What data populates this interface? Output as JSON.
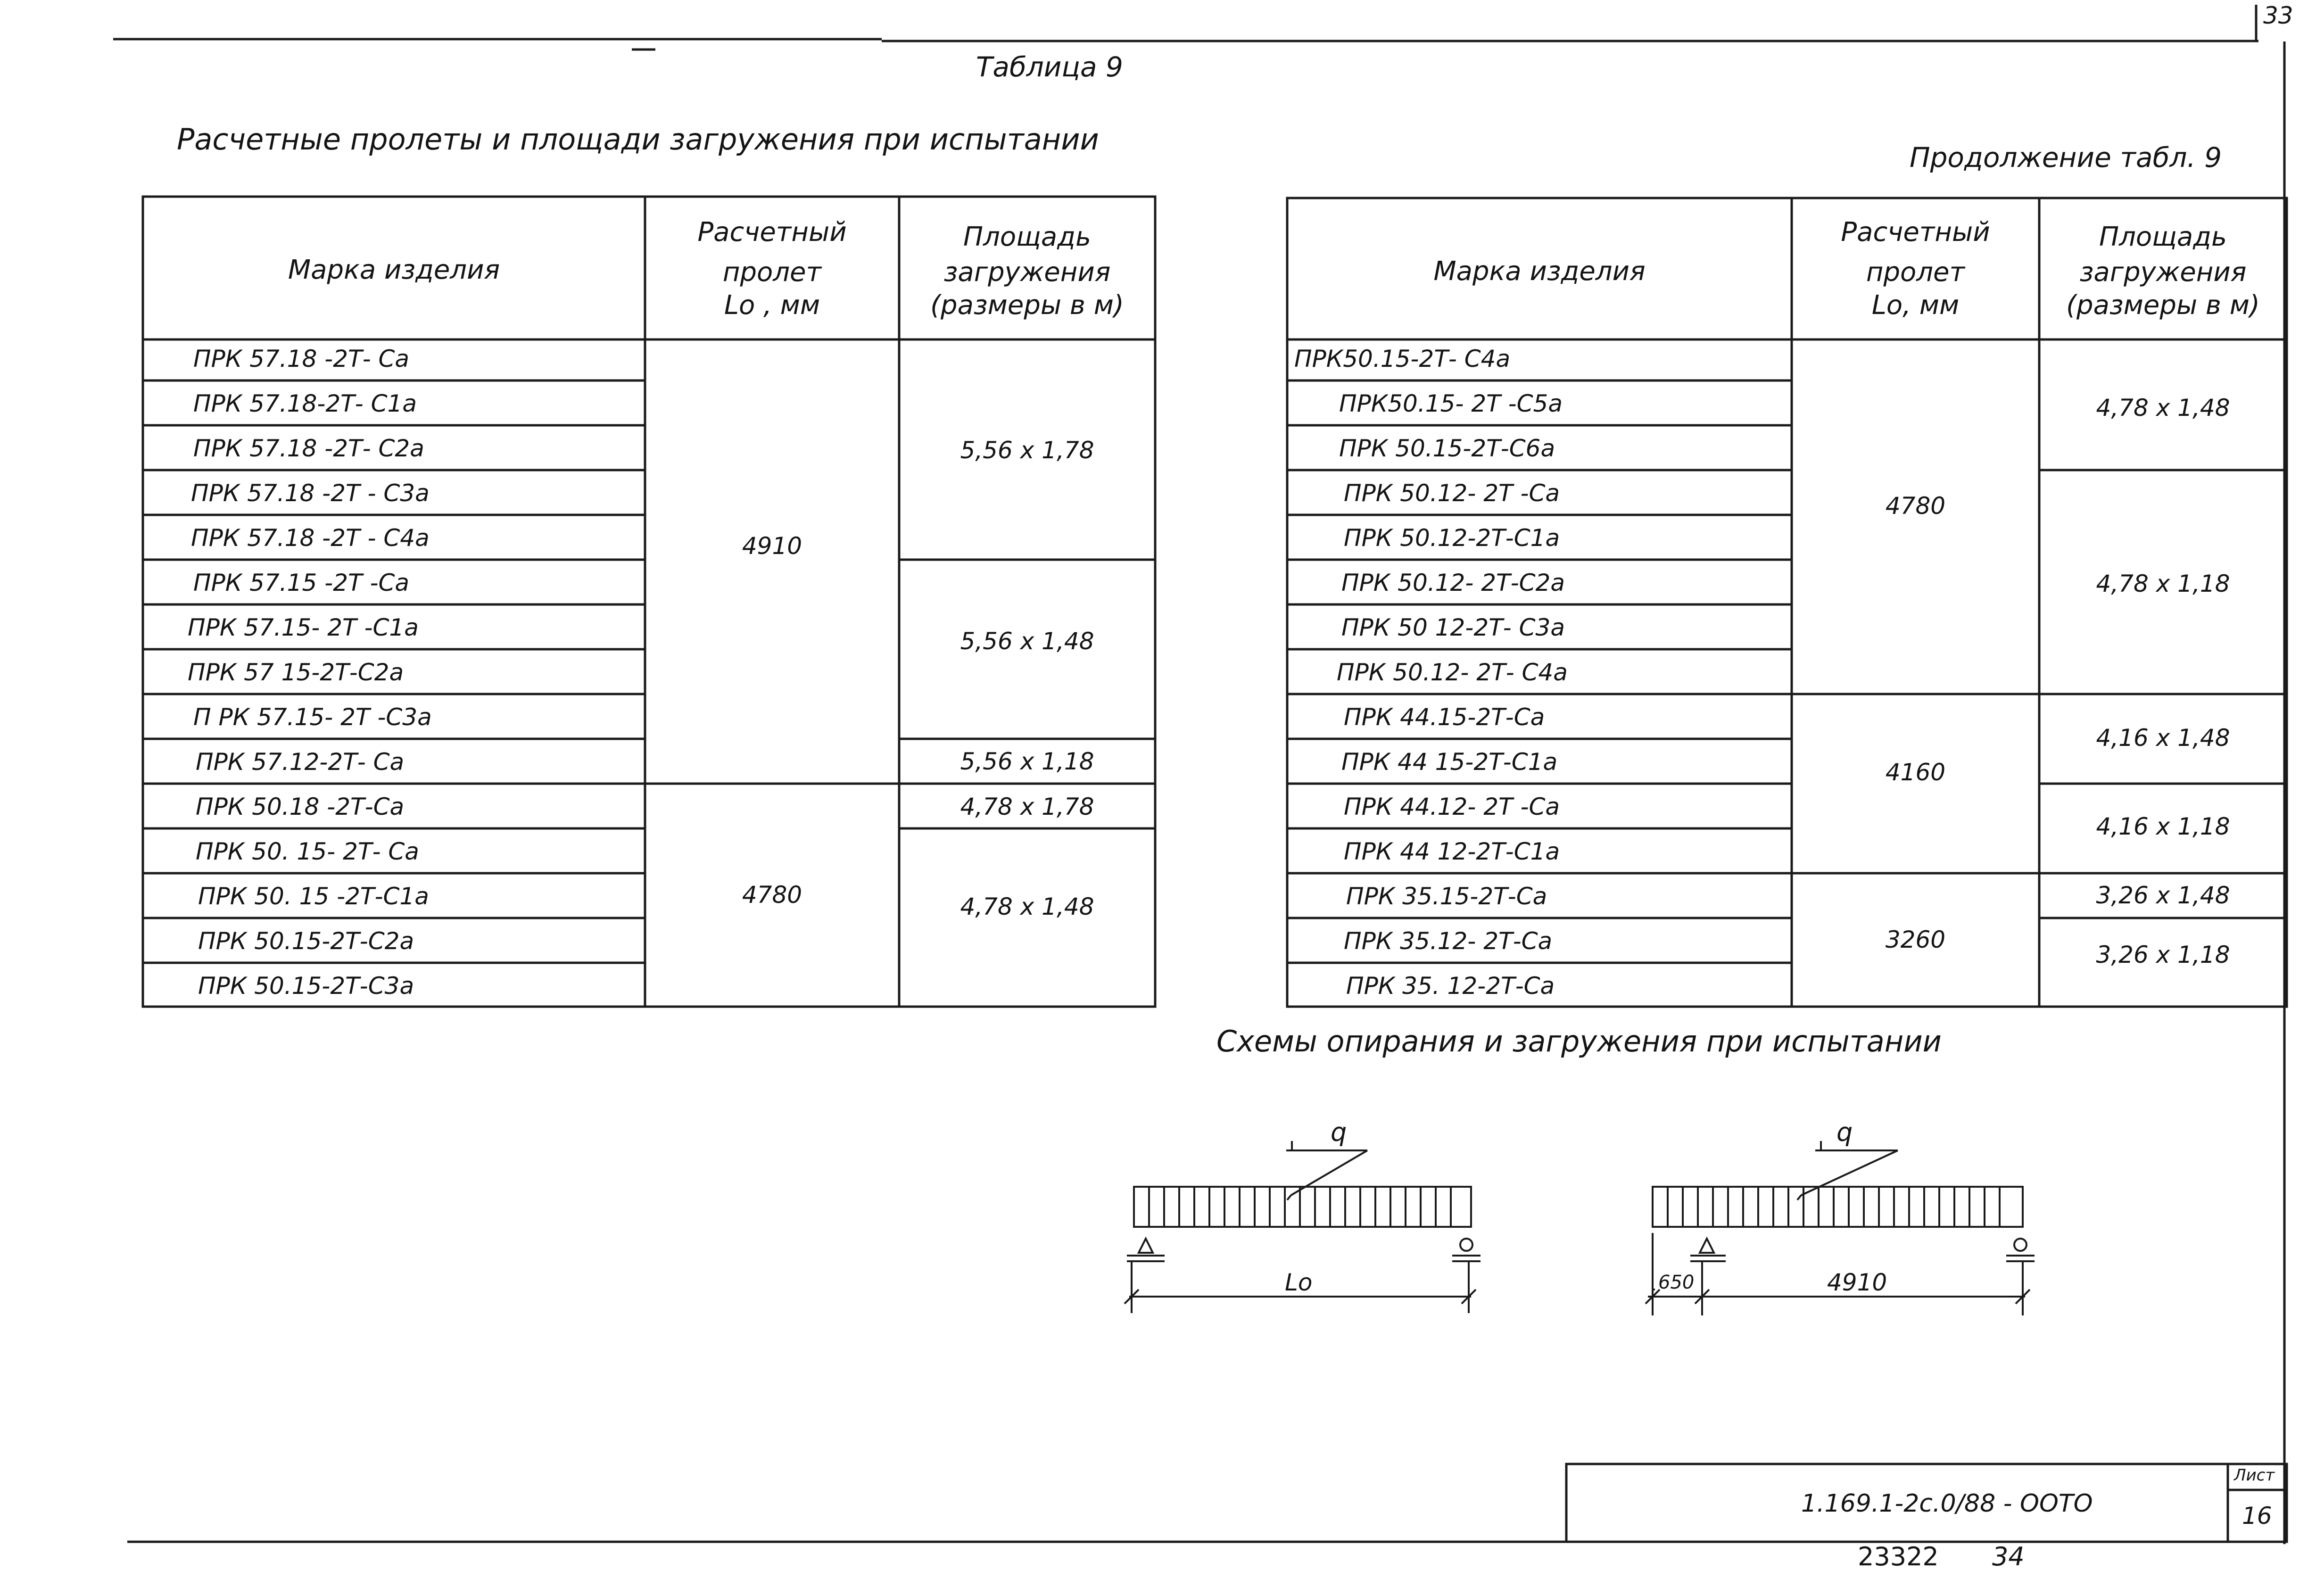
{
  "page_number": "33",
  "table_title": "Таблица 9",
  "table_subtitle": "Расчетные пролеты и площади загружения при испытании",
  "continuation_title": "Продолжение табл. 9",
  "columns": {
    "mark": "Марка изделия",
    "span_line1": "Расчетный",
    "span_line2": "пролет",
    "span_line3_left": "Lо , мм",
    "span_line3_right": "Lо, мм",
    "area_line1": "Площадь",
    "area_line2": "загружения",
    "area_line3": "(размеры в м)"
  },
  "left_table": {
    "rows": [
      "ПРК 57.18 -2Т- Са",
      "ПРК 57.18-2Т- С1а",
      "ПРК 57.18 -2Т- С2а",
      "ПРК 57.18 -2Т - С3а",
      "ПРК 57.18 -2Т - С4а",
      "ПРК 57.15 -2Т -Са",
      "ПРК 57.15- 2Т -С1а",
      "ПРК 57 15-2Т-С2а",
      "П РК 57.15- 2Т -С3а",
      "ПРК 57.12-2Т- Са",
      "ПРК 50.18 -2Т-Са",
      "ПРК 50. 15- 2Т- Са",
      "ПРК 50. 15 -2Т-С1а",
      "ПРК 50.15-2Т-С2а",
      "ПРК 50.15-2Т-С3а"
    ],
    "spans": [
      "4910",
      "4780"
    ],
    "areas": [
      "5,56 х 1,78",
      "5,56 х 1,48",
      "5,56 х 1,18",
      "4,78 х 1,78",
      "4,78 х 1,48"
    ]
  },
  "right_table": {
    "rows": [
      "ПРК50.15-2Т- С4а",
      "ПРК50.15- 2Т -С5а",
      "ПРК 50.15-2Т-С6а",
      "ПРК 50.12- 2Т -Са",
      "ПРК 50.12-2Т-С1а",
      "ПРК 50.12- 2Т-С2а",
      "ПРК 50 12-2Т- С3а",
      "ПРК 50.12- 2Т- С4а",
      "ПРК 44.15-2Т-Са",
      "ПРК 44 15-2Т-С1а",
      "ПРК 44.12- 2Т -Са",
      "ПРК 44 12-2Т-С1а",
      "ПРК 35.15-2Т-Са",
      "ПРК 35.12- 2Т-Са",
      "ПРК 35. 12-2Т-Са"
    ],
    "spans": [
      "4780",
      "4160",
      "3260"
    ],
    "areas": [
      "4,78 х 1,48",
      "4,78 х 1,18",
      "4,16 х 1,48",
      "4,16 х 1,18",
      "3,26 х 1,48",
      "3,26 х 1,18"
    ]
  },
  "schemes": {
    "title": "Схемы опирания и загружения при испытании",
    "load_label": "q",
    "span_label": "Lо",
    "offset_label": "650",
    "length_label": "4910"
  },
  "stamp": {
    "designation": "1.169.1-2с.0/88 - ООТО",
    "sheet_label": "Лист",
    "sheet_number": "16"
  },
  "footer": {
    "number_1": "23322",
    "number_2": "34"
  }
}
